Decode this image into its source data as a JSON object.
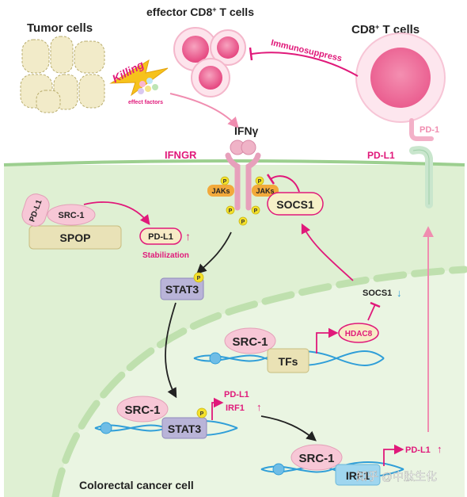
{
  "labels": {
    "tumor_cells": "Tumor cells",
    "effector_title": "effector CD8",
    "effector_sup": "+",
    "effector_title_end": " T cells",
    "cd8_title": "CD8",
    "cd8_sup": "+",
    "cd8_title_end": " T cells",
    "killing": "Killing",
    "effect_factors": "effect factors",
    "immunosuppress": "Immunosuppress",
    "ifng": "IFNγ",
    "ifngr": "IFNGR",
    "pd1": "PD-1",
    "pdl1_receptor": "PD-L1",
    "pdl1_complex": "PD-L1",
    "src1_complex": "SRC-1",
    "spop": "SPOP",
    "pdl1_stabilized": "PD-L1",
    "up_arrow": "↑",
    "stabilization": "Stabilization",
    "jaks_left": "JAKs",
    "jaks_right": "JAKs",
    "p": "P",
    "socs1": "SOCS1",
    "stat3_cyto": "STAT3",
    "socs1_down": "SOCS1",
    "down_arrow": "↓",
    "hdac8": "HDAC8",
    "src1_tfs": "SRC-1",
    "tfs": "TFs",
    "src1_stat3": "SRC-1",
    "stat3_nuc": "STAT3",
    "pdl1_target": "PD-L1",
    "irf1_target": "IRF1",
    "src1_irf1": "SRC-1",
    "irf1_box": "IRF1",
    "pdl1_final": "PD-L1",
    "cell_name": "Colorectal cancer cell",
    "watermark": "知乎 @中肽生化"
  },
  "colors": {
    "pink": "#e0197a",
    "cell_bg": "#dff0d3",
    "membrane": "#9ccf8f",
    "nucleus_edge": "#bfe0ae",
    "jaks": "#f2a93b",
    "p_badge": "#f4e12a",
    "stat3": "#b9b4d8",
    "spop": "#e9e2b7",
    "src1": "#f7c7d6",
    "tfs": "#eae2b5",
    "irf1": "#9fd6ef",
    "dna": "#2f9ed8"
  }
}
